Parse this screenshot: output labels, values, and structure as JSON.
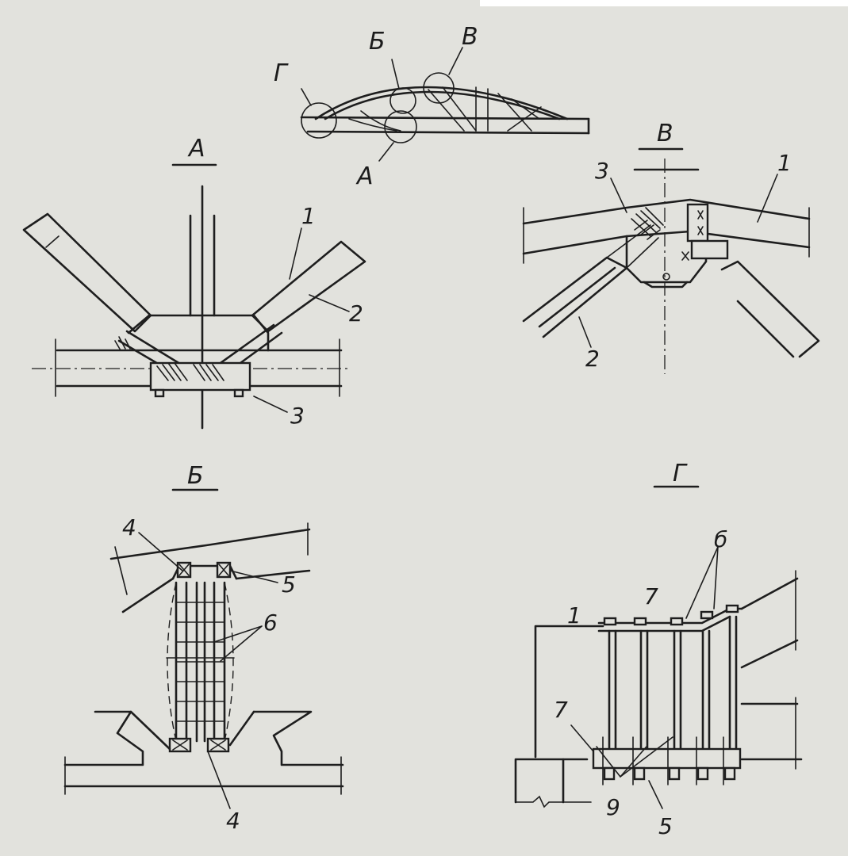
{
  "overview": {
    "labels": {
      "g": "Г",
      "b": "Б",
      "v": "В",
      "a": "А"
    }
  },
  "detail_a": {
    "title": "А",
    "callouts": {
      "one": "1",
      "two": "2",
      "three": "3"
    }
  },
  "detail_v": {
    "title": "В",
    "callouts": {
      "one": "1",
      "two": "2",
      "three": "3"
    }
  },
  "detail_b": {
    "title": "Б",
    "callouts": {
      "four_top": "4",
      "five": "5",
      "six": "6",
      "four_bottom": "4"
    }
  },
  "detail_g": {
    "title": "Г",
    "callouts": {
      "one": "1",
      "seven_top": "7",
      "seven_left": "7",
      "b": "б",
      "nine": "9",
      "five": "5"
    }
  },
  "colors": {
    "paper": "#e2e2dd",
    "ink": "#1e1e1e"
  }
}
